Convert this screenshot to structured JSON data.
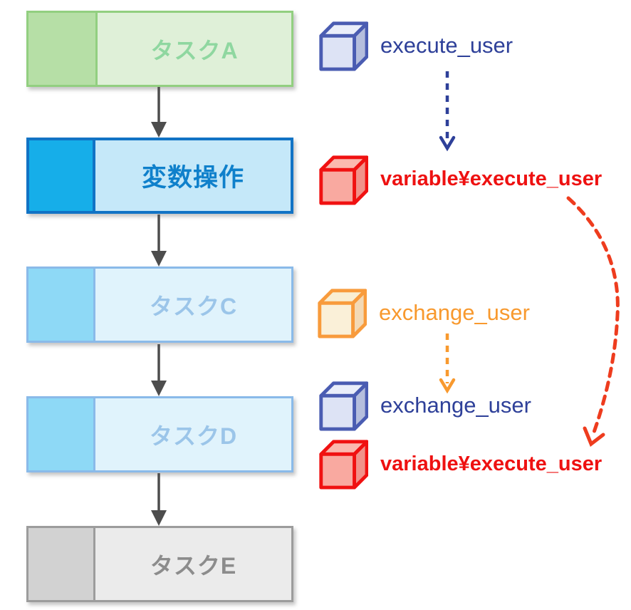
{
  "diagram": {
    "tasks": [
      {
        "label": "タスクA",
        "theme": "green"
      },
      {
        "label": "変数操作",
        "theme": "blue"
      },
      {
        "label": "タスクC",
        "theme": "sky"
      },
      {
        "label": "タスクD",
        "theme": "sky"
      },
      {
        "label": "タスクE",
        "theme": "gray"
      }
    ],
    "annotations": [
      {
        "icon": "cube-blue-icon",
        "label": "execute_user"
      },
      {
        "icon": "cube-red-icon",
        "label": "variable¥execute_user"
      },
      {
        "icon": "cube-orange-icon",
        "label": "exchange_user"
      },
      {
        "icon": "cube-blue-icon",
        "label": "exchange_user"
      },
      {
        "icon": "cube-red-icon",
        "label": "variable¥execute_user"
      }
    ],
    "relations": [
      {
        "from": "execute_user",
        "to": "variable¥execute_user",
        "style": "dashed",
        "color": "navy"
      },
      {
        "from": "exchange_user",
        "to": "exchange_user",
        "style": "dashed",
        "color": "orange"
      },
      {
        "from": "variable¥execute_user",
        "to": "variable¥execute_user",
        "style": "dashed-curved",
        "color": "red"
      }
    ]
  },
  "colors": {
    "green-border": "#92cf80",
    "green-left": "#b6dfa6",
    "green-body": "#dff0d8",
    "green-text": "#8fd7a0",
    "blue-border": "#1173c5",
    "blue-left": "#16aee9",
    "blue-body": "#c5e8f9",
    "blue-text": "#0f80cb",
    "sky-border": "#8abae9",
    "sky-left": "#8ed9f6",
    "sky-body": "#e0f3fc",
    "sky-text": "#9bc5e9",
    "gray-border": "#9c9c9c",
    "gray-left": "#d2d2d2",
    "gray-body": "#ebebeb",
    "gray-text": "#8c8c8c",
    "flow-arrow": "#4d4d4d",
    "navy": "#2e4099",
    "orange": "#f8992e",
    "red-text": "#ee1111",
    "red-arrow": "#ee3c1e",
    "cube-blue-stroke": "#4a5cb2",
    "cube-blue-front": "#dde3f5",
    "cube-blue-top": "#eaeefa",
    "cube-blue-side": "#b5bedd",
    "cube-red-stroke": "#f01111",
    "cube-red-front": "#f9a9a0",
    "cube-red-top": "#fbb9af",
    "cube-red-side": "#f1928a",
    "cube-orange-stroke": "#f89b3c",
    "cube-orange-front": "#faf0d8",
    "cube-orange-top": "#f9eed2",
    "cube-orange-side": "#f3d9b5"
  }
}
